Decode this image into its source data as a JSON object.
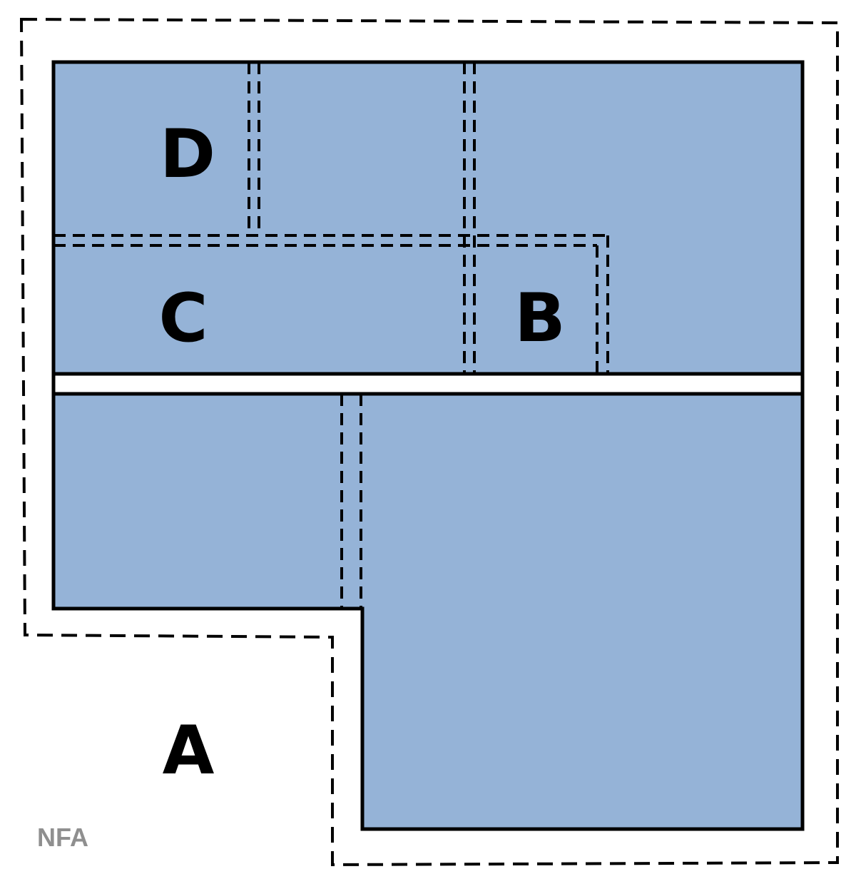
{
  "labels": {
    "a": "A",
    "b": "B",
    "c": "C",
    "d": "D",
    "nfa": "NFA"
  },
  "colors": {
    "floor_fill": "#95b3d7",
    "outline": "#000000",
    "nfa_text": "#8f8f8f"
  }
}
